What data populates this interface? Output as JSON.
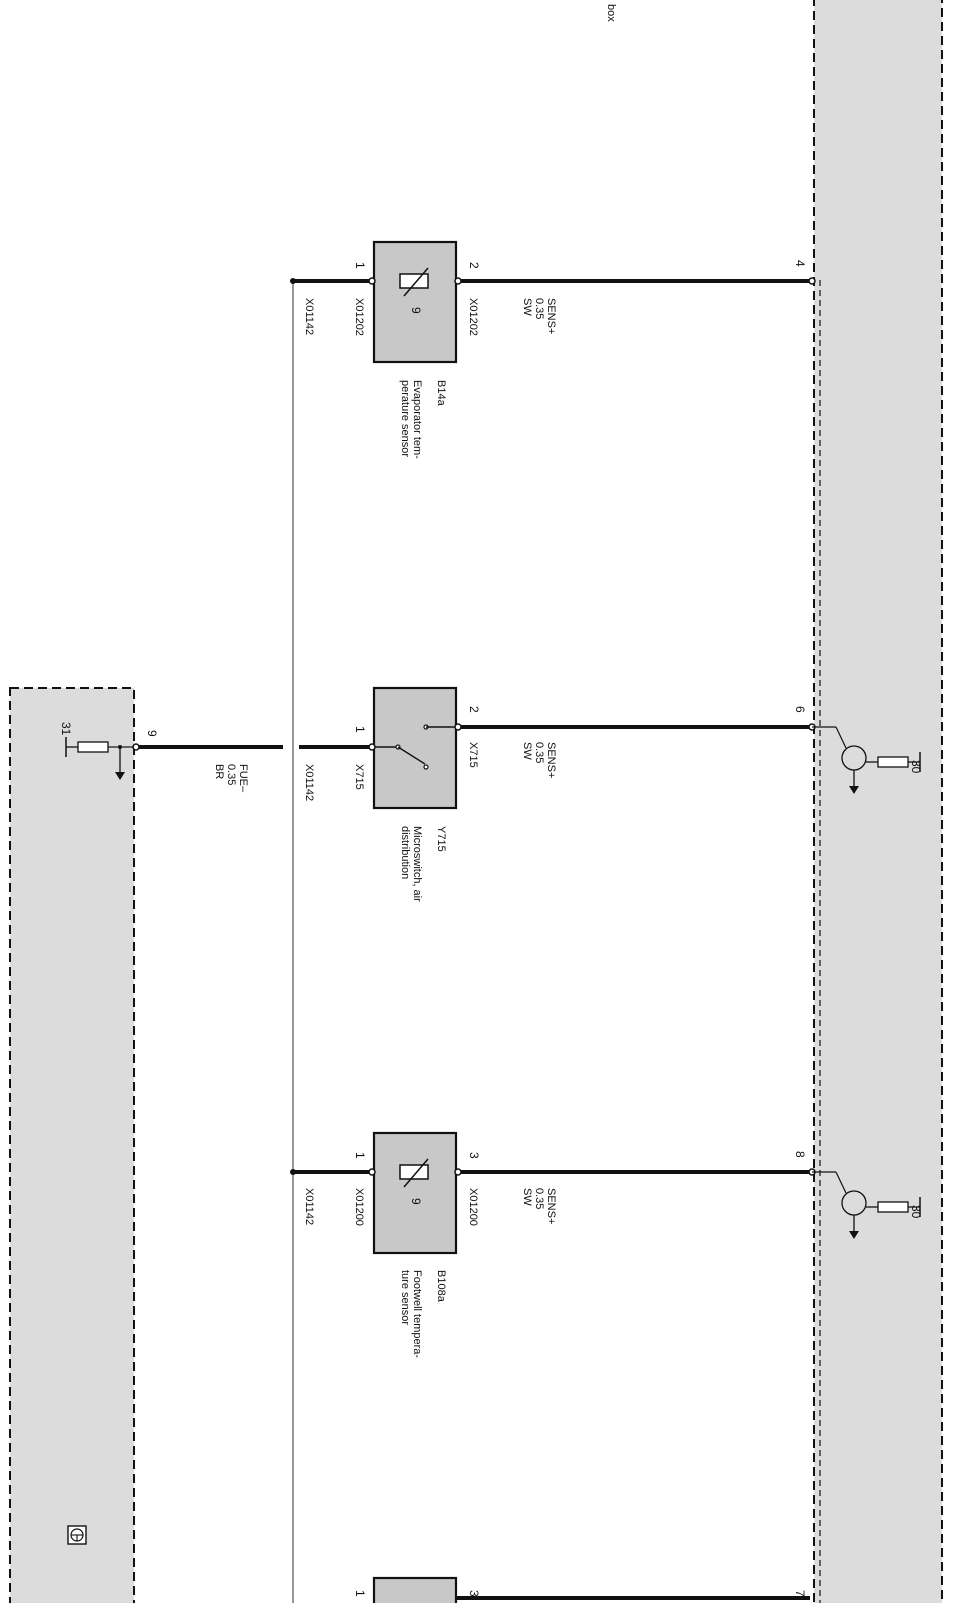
{
  "diagram": {
    "header_fragment": "box",
    "control_module": {
      "pins": [
        "4",
        "6",
        "8",
        "7"
      ],
      "supply_labels": [
        "30",
        "30"
      ]
    },
    "ground_module": {
      "pin": "9",
      "ground_label": "31"
    },
    "ground_wire": {
      "signal": "FUE–",
      "gauge": "0.35",
      "color": "BR"
    },
    "common_connector": "X01142",
    "components": [
      {
        "id": "B14a",
        "name_lines": [
          "Evaporator tem-",
          "perature sensor"
        ],
        "connector": "X01202",
        "pin_in": "1",
        "pin_out": "2",
        "wire": {
          "signal": "SENS+",
          "gauge": "0.35",
          "color": "SW"
        }
      },
      {
        "id": "Y715",
        "name_lines": [
          "Microswitch, air",
          "distribution"
        ],
        "connector": "X715",
        "pin_in": "1",
        "pin_out": "2",
        "wire": {
          "signal": "SENS+",
          "gauge": "0.35",
          "color": "SW"
        }
      },
      {
        "id": "B108a",
        "name_lines": [
          "Footwell tempera-",
          "ture sensor"
        ],
        "connector": "X01200",
        "pin_in": "1",
        "pin_out": "3",
        "wire": {
          "signal": "SENS+",
          "gauge": "0.35",
          "color": "SW"
        }
      },
      {
        "pin_in": "1",
        "pin_out": "3"
      }
    ]
  }
}
